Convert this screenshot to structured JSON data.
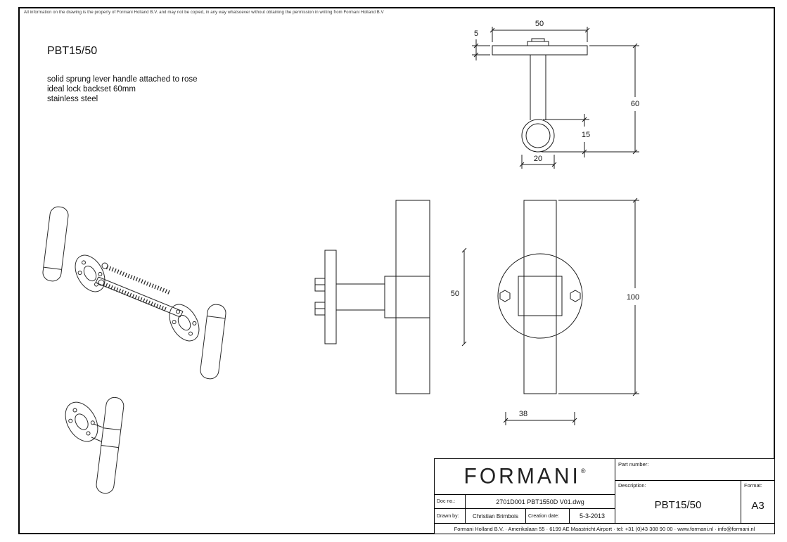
{
  "page": {
    "disclaimer": "All information on the drawing is the property of Formani Holland B.V. and may not be copied, in any way whatsoever without obtaining the permission in writing from Formani Holland B.V",
    "title": "PBT15/50",
    "description_lines": [
      "solid sprung lever handle attached to rose",
      "ideal lock backset 60mm",
      "stainless steel"
    ]
  },
  "dims": {
    "plate_width": "50",
    "plate_thickness": "5",
    "overall_height": "60",
    "grip_diameter": "15",
    "neck_width": "20",
    "rose_diameter": "50",
    "handle_length": "100",
    "rose_offset": "38"
  },
  "title_block": {
    "logo": "FORMANI",
    "registered": "®",
    "doc_no_label": "Doc no.:",
    "doc_no": "2701D001 PBT1550D V01.dwg",
    "drawn_by_label": "Drawn by:",
    "drawn_by": "Christian Brimbois",
    "creation_date_label": "Creation date:",
    "creation_date": "5-3-2013",
    "part_number_label": "Part number:",
    "description_label": "Description:",
    "description": "PBT15/50",
    "format_label": "Format:",
    "format": "A3",
    "footer": "Formani Holland B.V. · Amerikalaan 55 · 6199 AE Maastricht Airport · tel: +31 (0)43 308 90 00 · www.formani.nl · info@formani.nl"
  }
}
